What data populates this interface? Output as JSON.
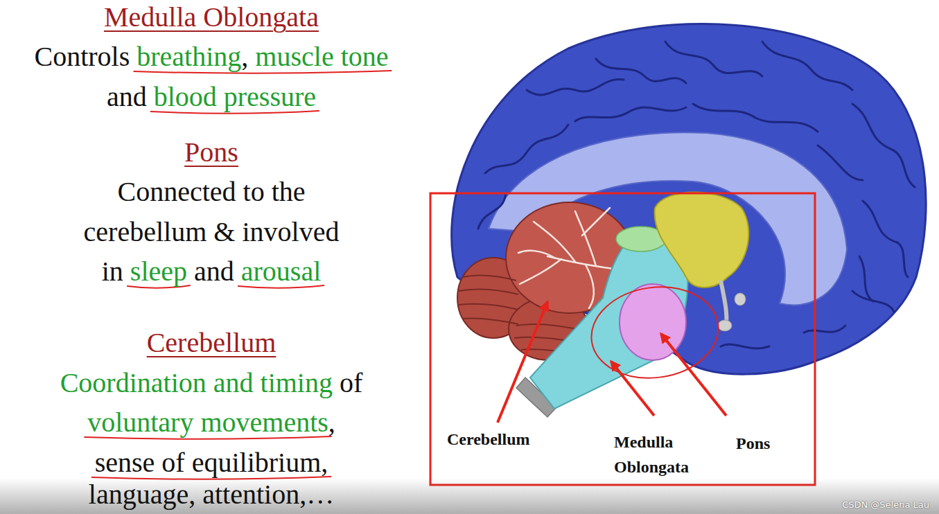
{
  "diagram": {
    "labels": [
      "Medulla Oblongata",
      "Controls",
      "breathing",
      ",",
      "muscle tone",
      "and",
      "blood pressure",
      "Pons",
      "Connected to the",
      "cerebellum & involved",
      "in",
      "sleep",
      "and",
      "arousal",
      "Cerebellum",
      "Coordination and timing",
      "of",
      "voluntary movements",
      ",",
      "sense of equilibrium,",
      "language, attention,…",
      "Cerebellum",
      "Medulla Oblongata",
      "Pons",
      "CSDN @Selena Lau"
    ]
  }
}
